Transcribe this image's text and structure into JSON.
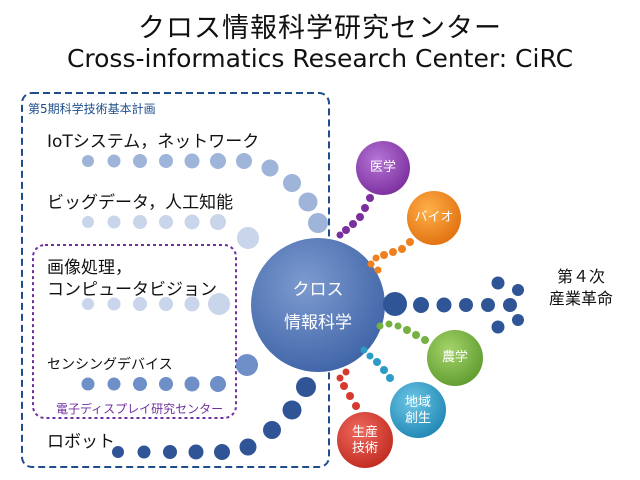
{
  "title": {
    "ja": "クロス情報科学研究センター",
    "en": "Cross-informatics Research Center: CiRC"
  },
  "plan_box": {
    "label": "第5期科学技術基本計画"
  },
  "display_box": {
    "label": "電子ディスプレイ研究センター"
  },
  "fields": [
    {
      "id": "iot",
      "label": "IoTシステム，ネットワーク"
    },
    {
      "id": "bigdata",
      "label": "ビッグデータ，人工知能"
    },
    {
      "id": "image",
      "label": "画像処理，",
      "label2": "コンピュータビジョン"
    },
    {
      "id": "sensing",
      "label": "センシングデバイス"
    },
    {
      "id": "robot",
      "label": "ロボット"
    }
  ],
  "center": {
    "line1": "クロス",
    "line2": "情報科学"
  },
  "destination": {
    "line1": "第４次",
    "line2": "産業革命"
  },
  "applications": [
    {
      "id": "medicine",
      "label": "医学",
      "label2": "",
      "color": "#8e44ad"
    },
    {
      "id": "bio",
      "label": "バイオ",
      "label2": "",
      "color": "#f07f1e"
    },
    {
      "id": "agriculture",
      "label": "農学",
      "label2": "",
      "color": "#76b041"
    },
    {
      "id": "region",
      "label": "地域",
      "label2": "創生",
      "color": "#2e9bc6"
    },
    {
      "id": "production",
      "label": "生産",
      "label2": "技術",
      "color": "#d63a2f"
    }
  ],
  "colors": {
    "dot_light": "#9fb4d9",
    "dot_mid": "#4f74b8",
    "dot_dark": "#2f5597",
    "center": "#4a6fb0",
    "plan_box_border": "#1f4e8c",
    "display_box_border": "#7030a0"
  }
}
